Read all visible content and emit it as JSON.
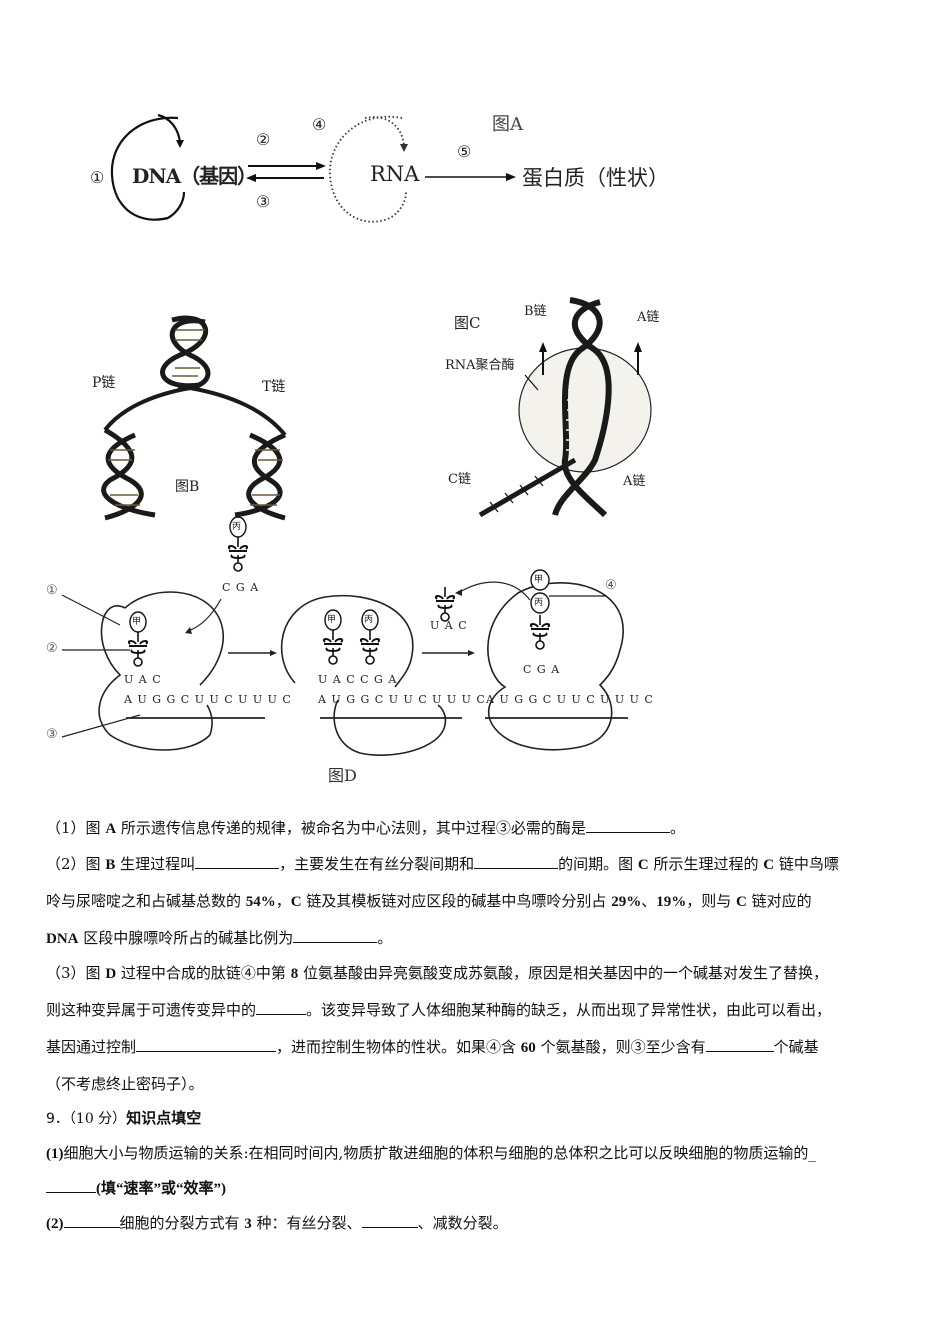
{
  "figureA": {
    "title": "图A",
    "dna_label": "DNA（基因）",
    "rna_label": "RNA",
    "protein_label": "蛋白质（性状）",
    "markers": [
      "①",
      "②",
      "③",
      "④",
      "⑤"
    ]
  },
  "figureB": {
    "title": "图B",
    "left_strand": "P链",
    "right_strand": "T链"
  },
  "figureC": {
    "title": "图C",
    "b_strand": "B链",
    "a_strand_top": "A链",
    "enzyme": "RNA聚合酶",
    "c_strand": "C链",
    "a_strand_bottom": "A链"
  },
  "figureD": {
    "title": "图D",
    "markers": [
      "①",
      "②",
      "③",
      "④"
    ],
    "amino_jia": "甲",
    "amino_bing": "丙",
    "free_trna_codon_top": "C G A",
    "stage1_anticodon": "U A C",
    "stage1_mrna": "A U G G C U U C U U U C",
    "stage2_anticodons": "U A C C G A",
    "stage2_mrna": "A U G G C U U C U U U C",
    "released_trna": "U A C",
    "stage3_anticodon": "C G A",
    "stage3_mrna": "A U G G C U U C U U U C"
  },
  "questions": {
    "q1": {
      "prefix": "（1）图 ",
      "bold1": "A",
      "text": " 所示遗传信息传递的规律，被命名为中心法则，其中过程③必需的酶是",
      "end": "。"
    },
    "q2": {
      "line1_a": "（2）图 ",
      "line1_b_bold": "B",
      "line1_c": " 生理过程叫",
      "line1_d": "，主要发生在有丝分裂间期和",
      "line1_e": "的间期。图 ",
      "line1_f_bold": "C",
      "line1_g": " 所示生理过程的 ",
      "line1_h_bold": "C",
      "line1_i": " 链中鸟嘌",
      "line2_a": "呤与尿嘧啶之和占碱基总数的 ",
      "line2_b_bold": "54%",
      "line2_c": "，",
      "line2_d_bold": "C",
      "line2_e": " 链及其模板链对应区段的碱基中鸟嘌呤分别占 ",
      "line2_f_bold": "29%",
      "line2_g": "、",
      "line2_h_bold": "19%",
      "line2_i": "，则与 ",
      "line2_j_bold": "C",
      "line2_k": " 链对应的",
      "line3_a_bold": "DNA",
      "line3_b": " 区段中腺嘌呤所占的碱基比例为",
      "line3_c": "。"
    },
    "q3": {
      "line1_a": "（3）图 ",
      "line1_b_bold": "D",
      "line1_c": " 过程中合成的肽链④中第 ",
      "line1_d_bold": "8",
      "line1_e": " 位氨基酸由异亮氨酸变成苏氨酸，原因是相关基因中的一个碱基对发生了替换，",
      "line2_a": "则这种变异属于可遗传变异中的",
      "line2_b": "。该变异导致了人体细胞某种酶的缺乏，从而出现了异常性状，由此可以看出，",
      "line3_a": "基因通过控制",
      "line3_b": "，进而控制生物体的性状。如果④含 ",
      "line3_c_bold": "60",
      "line3_d": " 个氨基酸，则③至少含有",
      "line3_e": "个碱基",
      "line4": "（不考虑终止密码子）。"
    },
    "q9": {
      "header_num": "9．",
      "header_score": "（10 分）",
      "header_title": "知识点填空",
      "p1_a_bold": "(1)",
      "p1_b": "细胞大小与物质运输的关系:在相同时间内,物质扩散进细胞的体积与细胞的总体积之比可以反映细胞的物质运输的_",
      "p1_c_blank": "",
      "p1_d_bold": "(填“速率”或“效率”)",
      "p2_a_bold": "(2)",
      "p2_b": "细胞的分裂方式有 ",
      "p2_c_bold": "3",
      "p2_d": " 种：有丝分裂、",
      "p2_e": "、减数分裂。"
    }
  }
}
